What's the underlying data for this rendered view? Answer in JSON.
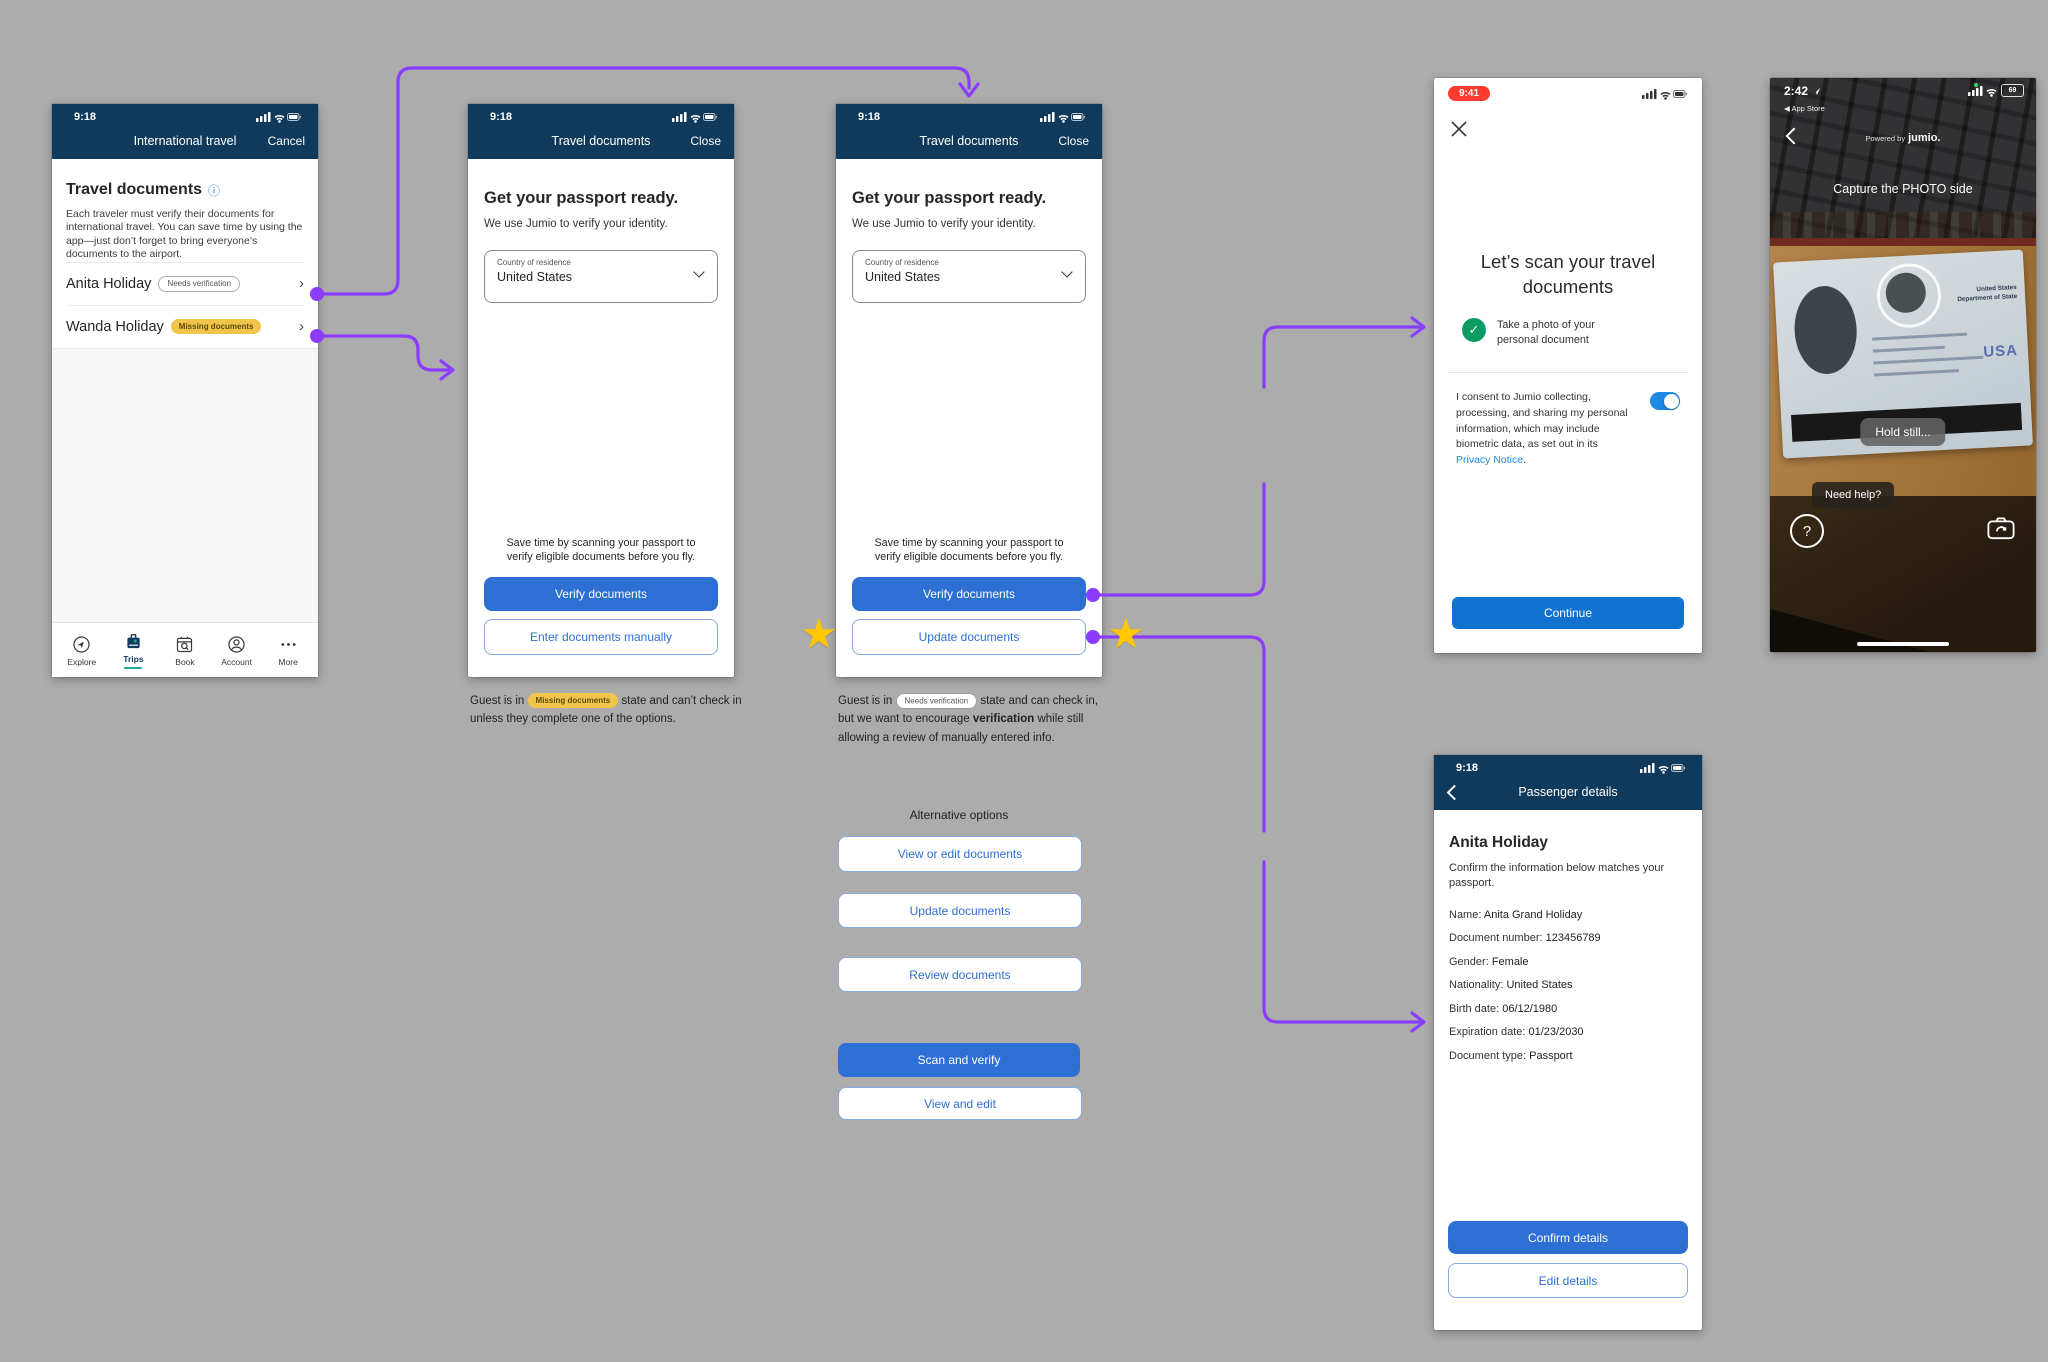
{
  "colors": {
    "accent_purple": "#8B3DFF",
    "navy": "#0F3A5C",
    "primary_blue": "#2E6FD4",
    "star_yellow": "#FFC702",
    "warning_badge": "#F1C54B",
    "link_blue": "#1E88E5"
  },
  "icons": {
    "info": "ⓘ",
    "chevron_right": "›",
    "check": "✓",
    "star": "★",
    "question": "?",
    "app_store_back": "◀"
  },
  "screen1": {
    "status_time": "9:18",
    "nav_title": "International travel",
    "nav_action": "Cancel",
    "title": "Travel documents",
    "description": "Each traveler must verify their documents for international travel. You can save time by using the app—just don’t forget to bring everyone’s documents to the airport.",
    "travelers": [
      {
        "name": "Anita Holiday",
        "badge": "Needs verification"
      },
      {
        "name": "Wanda Holiday",
        "badge": "Missing documents"
      }
    ],
    "tabs": [
      {
        "label": "Explore"
      },
      {
        "label": "Trips"
      },
      {
        "label": "Book"
      },
      {
        "label": "Account"
      },
      {
        "label": "More"
      }
    ]
  },
  "screen2": {
    "status_time": "9:18",
    "nav_title": "Travel documents",
    "nav_action": "Close",
    "heading": "Get your passport ready.",
    "subheading": "We use Jumio to verify your identity.",
    "country_field": {
      "label": "Country of residence",
      "value": "United States"
    },
    "footer_note": "Save time by scanning your passport to verify eligible documents before you fly.",
    "primary_button": "Verify documents",
    "secondary_button": "Enter documents manually",
    "caption": {
      "prefix": "Guest is in ",
      "badge": "Missing documents",
      "suffix": " state and can’t check in unless they complete one of the options."
    }
  },
  "screen3": {
    "status_time": "9:18",
    "nav_title": "Travel documents",
    "nav_action": "Close",
    "heading": "Get your passport ready.",
    "subheading": "We use Jumio to verify your identity.",
    "country_field": {
      "label": "Country of residence",
      "value": "United States"
    },
    "footer_note": "Save time by scanning your passport to verify eligible documents before you fly.",
    "primary_button": "Verify documents",
    "secondary_button": "Update documents",
    "caption": {
      "prefix": "Guest is in ",
      "badge": "Needs verification",
      "mid": " state and can check in, but we want to encourage ",
      "bold": "verification",
      "suffix": " while still allowing a review of manually entered info."
    },
    "alt_options": {
      "heading": "Alternative options",
      "buttons": [
        "View or edit documents",
        "Update documents",
        "Review documents"
      ],
      "primary": "Scan and verify",
      "secondary": "View and edit"
    }
  },
  "screen4": {
    "status_time": "9:41",
    "heading": "Let’s scan your travel documents",
    "check_item": "Take a photo of your personal document",
    "consent": {
      "before": "I consent to Jumio collecting, processing, and sharing my personal information, which may include biometric data, as set out in its ",
      "link": "Privacy Notice",
      "after": "."
    },
    "continue_button": "Continue"
  },
  "screen5": {
    "status_time": "2:42",
    "app_store_label": "App Store",
    "battery_level": "69",
    "powered_by": "Powered by",
    "brand": "jumio.",
    "instruction": "Capture the PHOTO side",
    "hold_still": "Hold still...",
    "need_help": "Need help?",
    "passport_issuer_line1": "United States",
    "passport_issuer_line2": "Department of State",
    "passport_country": "USA"
  },
  "screen6": {
    "status_time": "9:18",
    "nav_title": "Passenger details",
    "name": "Anita Holiday",
    "description": "Confirm the information below matches your passport.",
    "fields": [
      {
        "label": "Name:",
        "value": "Anita Grand Holiday"
      },
      {
        "label": "Document number:",
        "value": "123456789"
      },
      {
        "label": "Gender:",
        "value": "Female"
      },
      {
        "label": "Nationality:",
        "value": "United States"
      },
      {
        "label": "Birth date:",
        "value": "06/12/1980"
      },
      {
        "label": "Expiration date:",
        "value": "01/23/2030"
      },
      {
        "label": "Document type:",
        "value": "Passport"
      }
    ],
    "primary_button": "Confirm details",
    "secondary_button": "Edit details"
  }
}
